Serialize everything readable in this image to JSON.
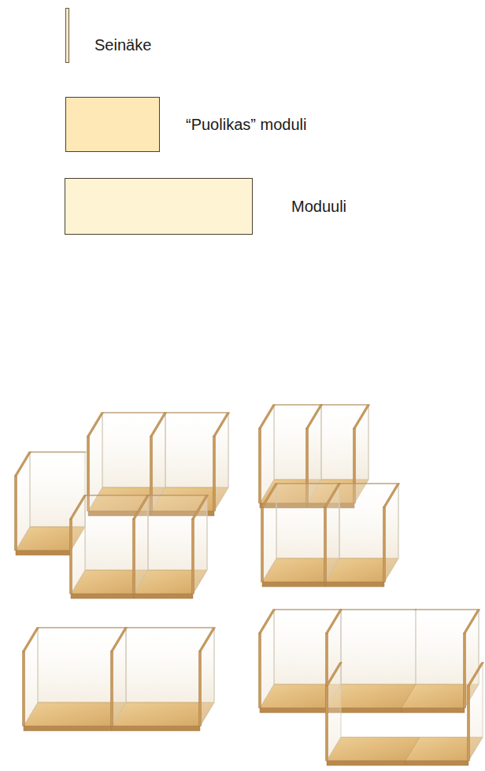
{
  "diagram": {
    "legend": [
      {
        "text": "Seinäke"
      },
      {
        "text": "“Puolikas” moduli",
        "color": "#fde8b6"
      },
      {
        "text": "Moduuli",
        "color": "#fef3d2"
      }
    ]
  }
}
